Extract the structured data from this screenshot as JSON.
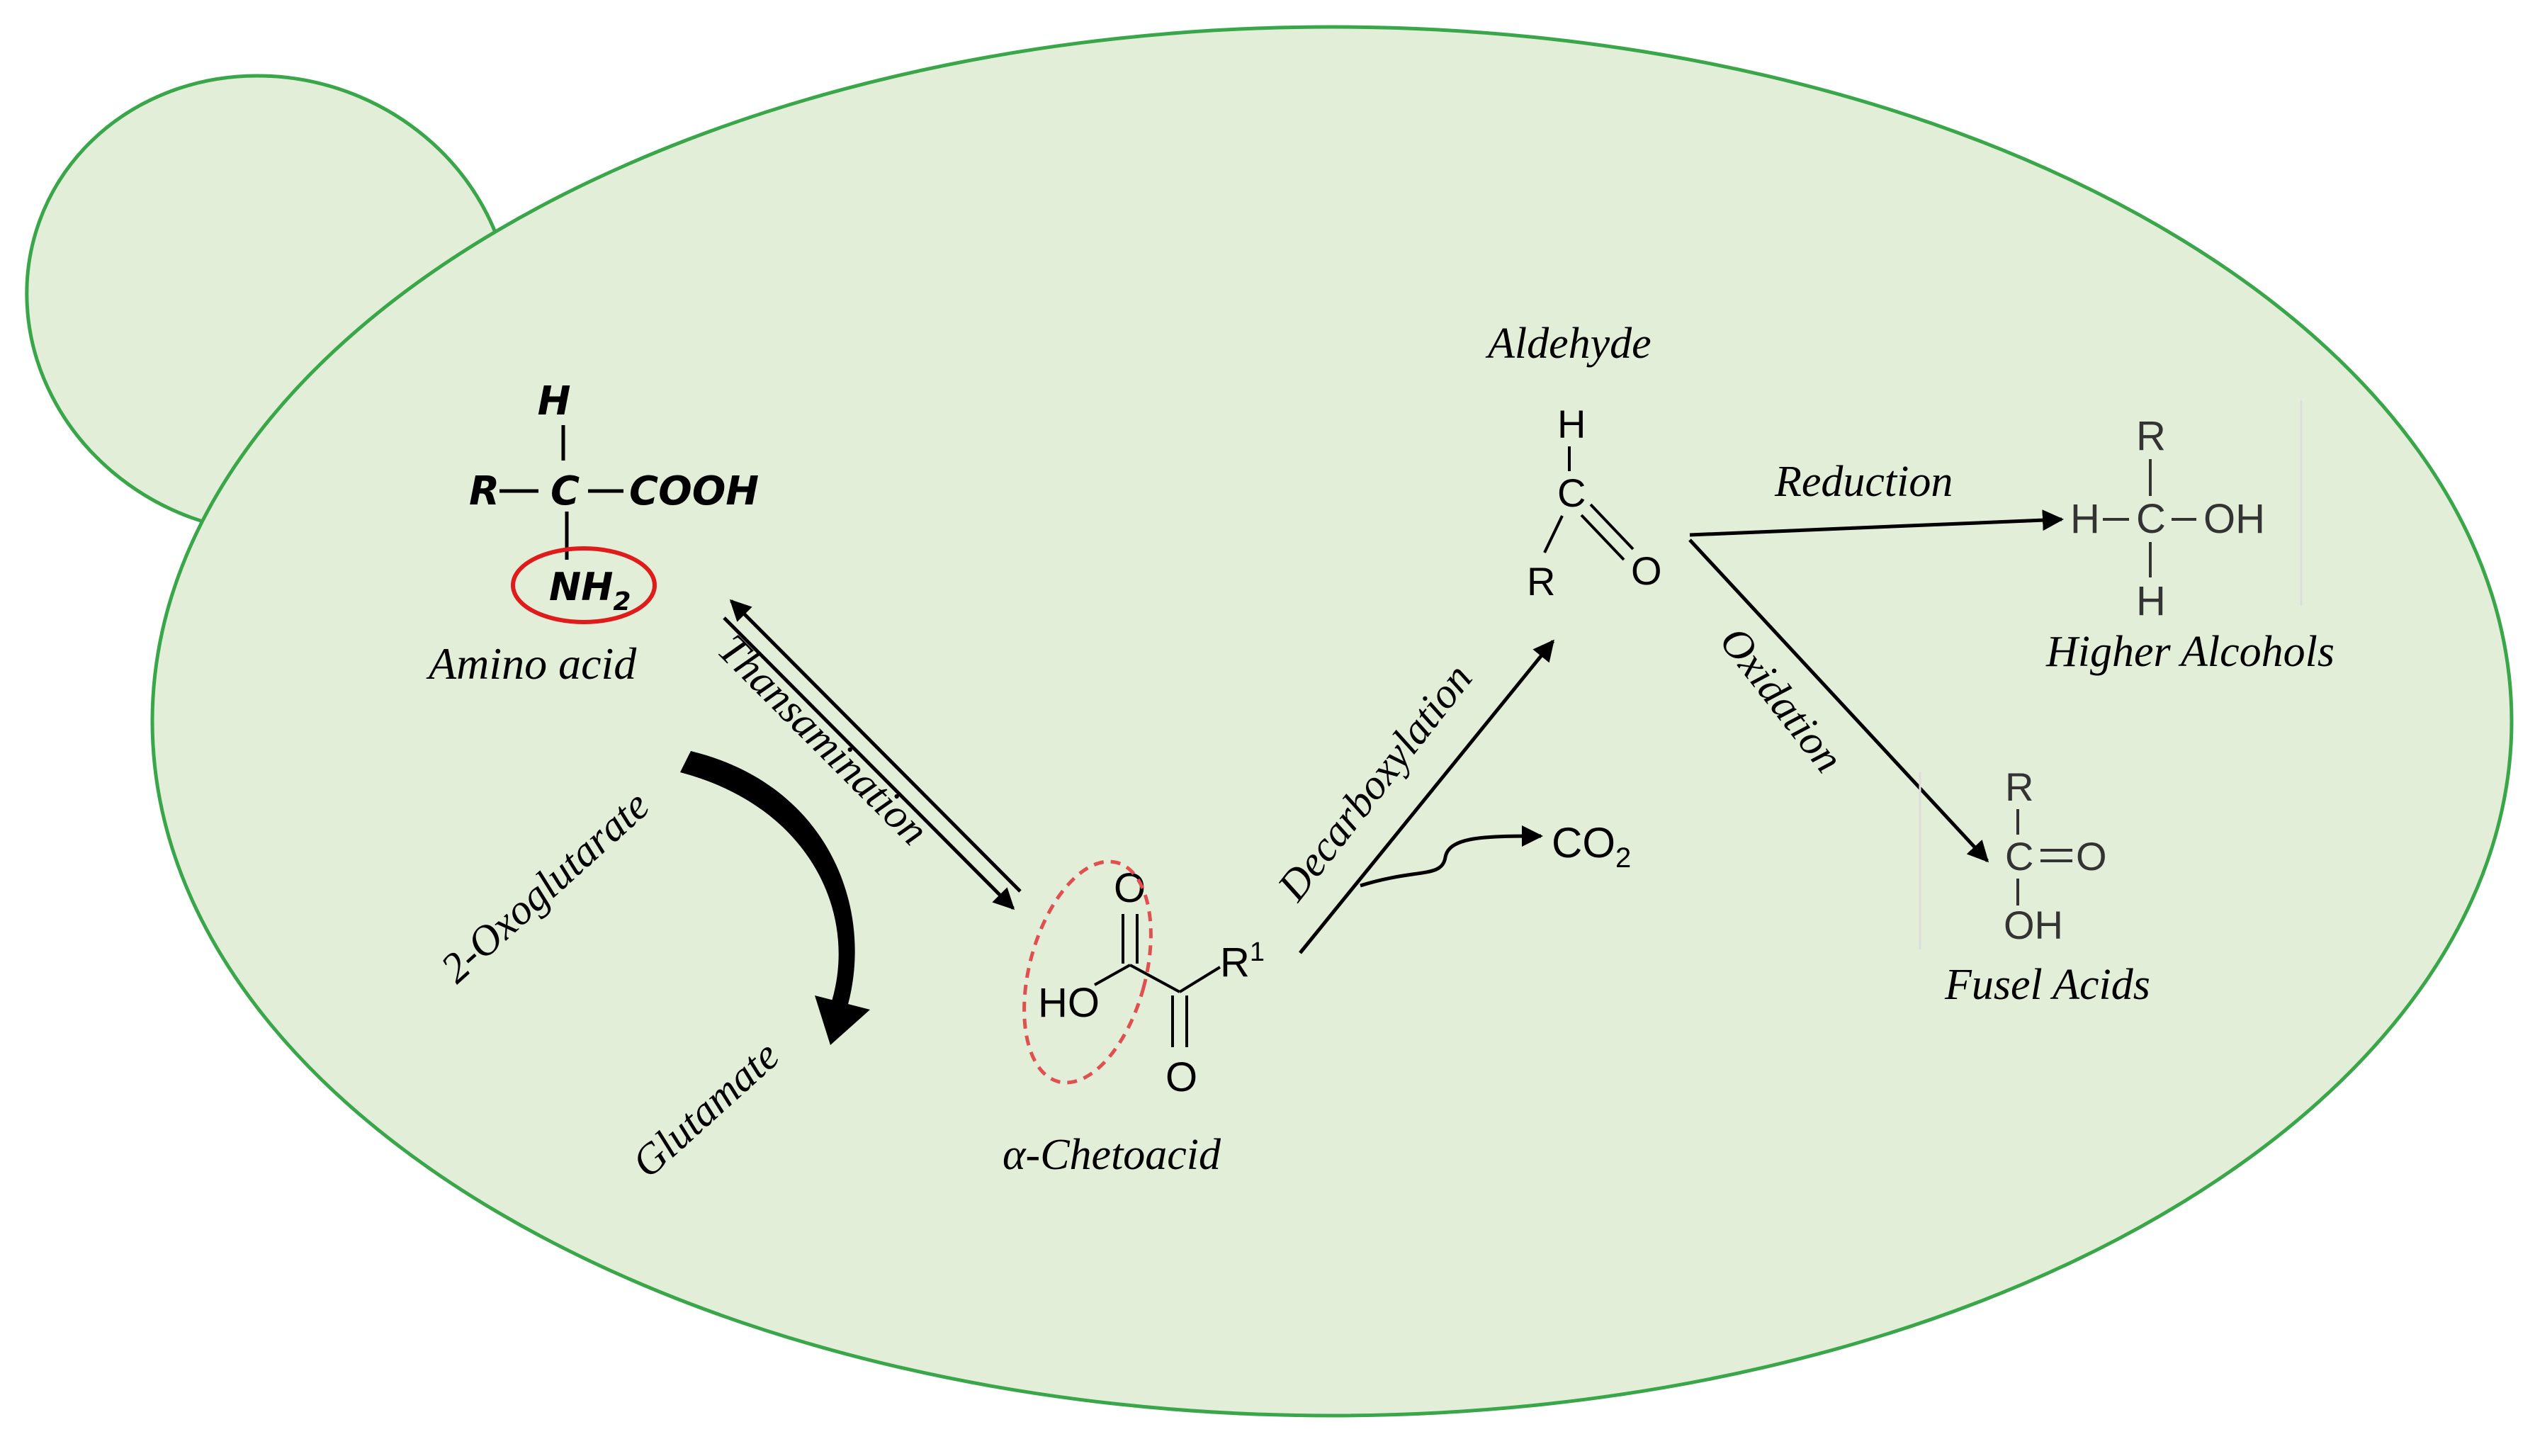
{
  "colors": {
    "cell_fill": "#e2eed8",
    "cell_stroke": "#3aa64a",
    "highlight_solid": "#e01b1b",
    "highlight_dashed": "#e05050",
    "ink": "#000000"
  },
  "labels": {
    "amino_acid": "Amino acid",
    "transamination": "Thansamination",
    "oxoglutarate": "2-Oxoglutarate",
    "glutamate": "Glutamate",
    "keto_acid": "α-Chetoacid",
    "decarboxylation": "Decarboxylation",
    "co2": "CO",
    "co2_sub": "2",
    "aldehyde": "Aldehyde",
    "reduction": "Reduction",
    "oxidation": "Oxidation",
    "higher_alcohols": "Higher Alcohols",
    "fusel_acids": "Fusel Acids"
  },
  "amino_acid_structure": {
    "h": "H",
    "r": "R",
    "c": "C",
    "cooh": "COOH",
    "nh": "NH",
    "nh_sub": "2"
  },
  "keto_acid_structure": {
    "o_top": "O",
    "ho": "HO",
    "r": "R",
    "r_sup": "1",
    "o_bottom": "O"
  },
  "aldehyde_structure": {
    "h": "H",
    "c": "C",
    "r": "R",
    "o": "O"
  },
  "alcohol_structure": {
    "r": "R",
    "h_left": "H",
    "c": "C",
    "oh": "OH",
    "h_bottom": "H"
  },
  "acid_structure": {
    "r": "R",
    "c": "C",
    "o": "O",
    "oh": "OH"
  }
}
